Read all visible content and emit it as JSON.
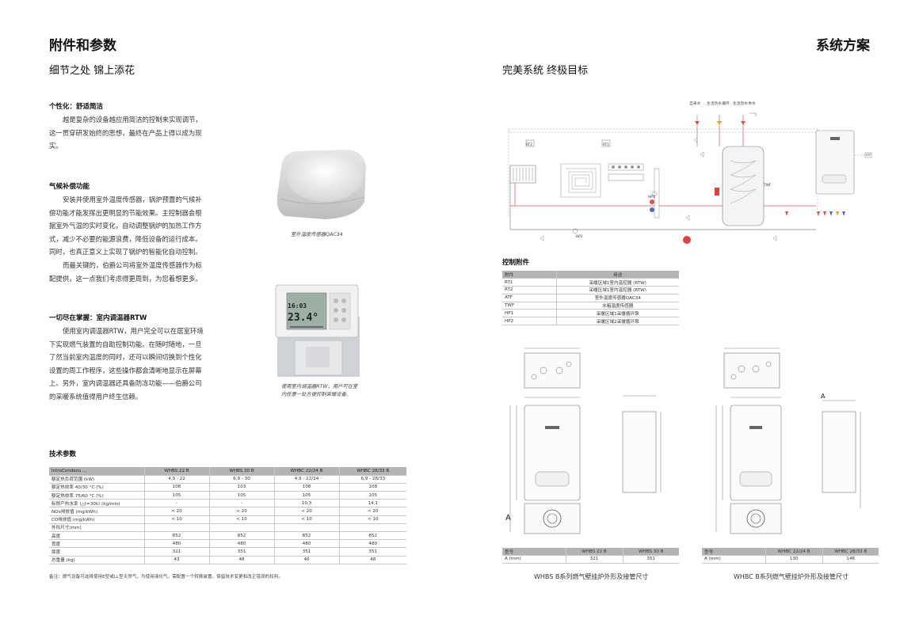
{
  "left": {
    "title": "附件和参数",
    "subtitle": "细节之处  锦上添花",
    "s1": {
      "heading": "个性化：舒适简洁",
      "lines": [
        "越是复杂的设备越应用简洁的控制来实现调节，",
        "这一贯穿研发始终的思想，最终在产品上得以成为现",
        "实。"
      ]
    },
    "s2": {
      "heading": "气候补偿功能",
      "lines": [
        "安装并使用室外温度传感器，锅炉预置的气候补",
        "偿功能才能发挥出更明显的节能效果。主控制器会根",
        "据室外气温的实时变化，自动调整锅炉的加热工作方",
        "式，减少不必要的能源浪费，降低设备的运行成本。",
        "同时，也真正意义上实现了锅炉的智能化自动控制。",
        "而最关键的，伯爵公司将室外温度传感器作为标",
        "配提供，这一点我们考虑得更周到，为您着想更多。"
      ]
    },
    "s3": {
      "heading": "一切尽在掌握：室内调温器RTW",
      "lines": [
        "使用室内调温器RTW，用户完全可以在居室环境",
        "下实现燃气装置的自助控制功能。在随时随地，一旦",
        "了然当前室内温度的同时，还可以瞬间切换到个性化",
        "设置的周工作程序，这些操作都会清晰地显示在屏幕",
        "上。另外，室内调温器还具备防冻功能——伯爵公司",
        "的采暖系统值得用户终生信赖。"
      ]
    },
    "photo1": {
      "caption": "室外温度传感器QAC34"
    },
    "photo2": {
      "caption_lines": [
        "使用室内调温器RTW，用户可在室",
        "内任意一处方便控制采暖设备。"
      ],
      "screen_top": "16:03",
      "screen_main": "23.4°"
    },
    "spec": {
      "heading": "技术参数",
      "columns": [
        "IntroCondens ...",
        "WHBS 22 B",
        "WHBS 30 B",
        "WHBC 22/24 B",
        "WHBC 28/33 B"
      ],
      "rows": [
        [
          "额定热负荷范围 (kW)",
          "4,9 - 22",
          "6,9 - 30",
          "4,9 - 22/24",
          "6,9 - 28/33"
        ],
        [
          "额定热效率 40/30 °C (%)",
          "108",
          "103",
          "108",
          "108"
        ],
        [
          "额定热效率 75/60 °C (%)",
          "105",
          "105",
          "105",
          "105"
        ],
        [
          "标称产热水率 (△t=30k) (kg/min)",
          "-",
          "-",
          "10,3",
          "14,1"
        ],
        [
          "NOx排放值 (mg/kWh)",
          "< 20",
          "< 20",
          "< 20",
          "< 20"
        ],
        [
          "CO排放值 (mg/kWh)",
          "< 10",
          "< 10",
          "< 10",
          "< 10"
        ],
        [
          "外形尺寸(mm)",
          "",
          "",
          "",
          ""
        ],
        [
          "高度",
          "852",
          "852",
          "852",
          "852"
        ],
        [
          "宽度",
          "480",
          "480",
          "480",
          "480"
        ],
        [
          "厚度",
          "321",
          "351",
          "351",
          "351"
        ],
        [
          "总重量 (kg)",
          "43",
          "48",
          "46",
          "48"
        ]
      ],
      "note": "备注：燃气设备可选择使用E型或LL型天然气，为使用液化气，需配置一个转换装置。保留技术变更和改正错误的权利。"
    }
  },
  "right": {
    "title": "系统方案",
    "subtitle": "完美系统  终极目标",
    "diagram": {
      "labels": [
        "自来水",
        "生活热水循环",
        "生活热水供水"
      ],
      "tags": [
        "RT2",
        "RT1",
        "ATF",
        "TWF",
        "HP2",
        "HP1"
      ]
    },
    "control": {
      "heading": "控制附件",
      "columns": [
        "附件",
        "用途"
      ],
      "rows": [
        [
          "RT1",
          "采暖区域1室内温控器 (RTW)"
        ],
        [
          "RT2",
          "采暖区域1室内温控器 (RTW)"
        ],
        [
          "ATF",
          "室外温度传感器QAC34"
        ],
        [
          "TWF",
          "水箱温度传感器"
        ],
        [
          "HP1",
          "采暖区域1采暖循环泵"
        ],
        [
          "HP2",
          "采暖区域2采暖循环泵"
        ]
      ]
    },
    "dimA": {
      "columns": [
        "型号",
        "WHBS 22 B",
        "WHBS 30 B"
      ],
      "row": [
        "A (mm)",
        "321",
        "351"
      ],
      "caption": "WHBS B系列燃气壁挂炉外形及接管尺寸",
      "letter": "A"
    },
    "dimB": {
      "columns": [
        "型号",
        "WHBC 22/24 B",
        "WHBC 28/33 B"
      ],
      "row": [
        "A (mm)",
        "130",
        "146"
      ],
      "caption": "WHBC B系列燃气壁挂炉外形及接管尺寸",
      "letter": "A"
    }
  }
}
